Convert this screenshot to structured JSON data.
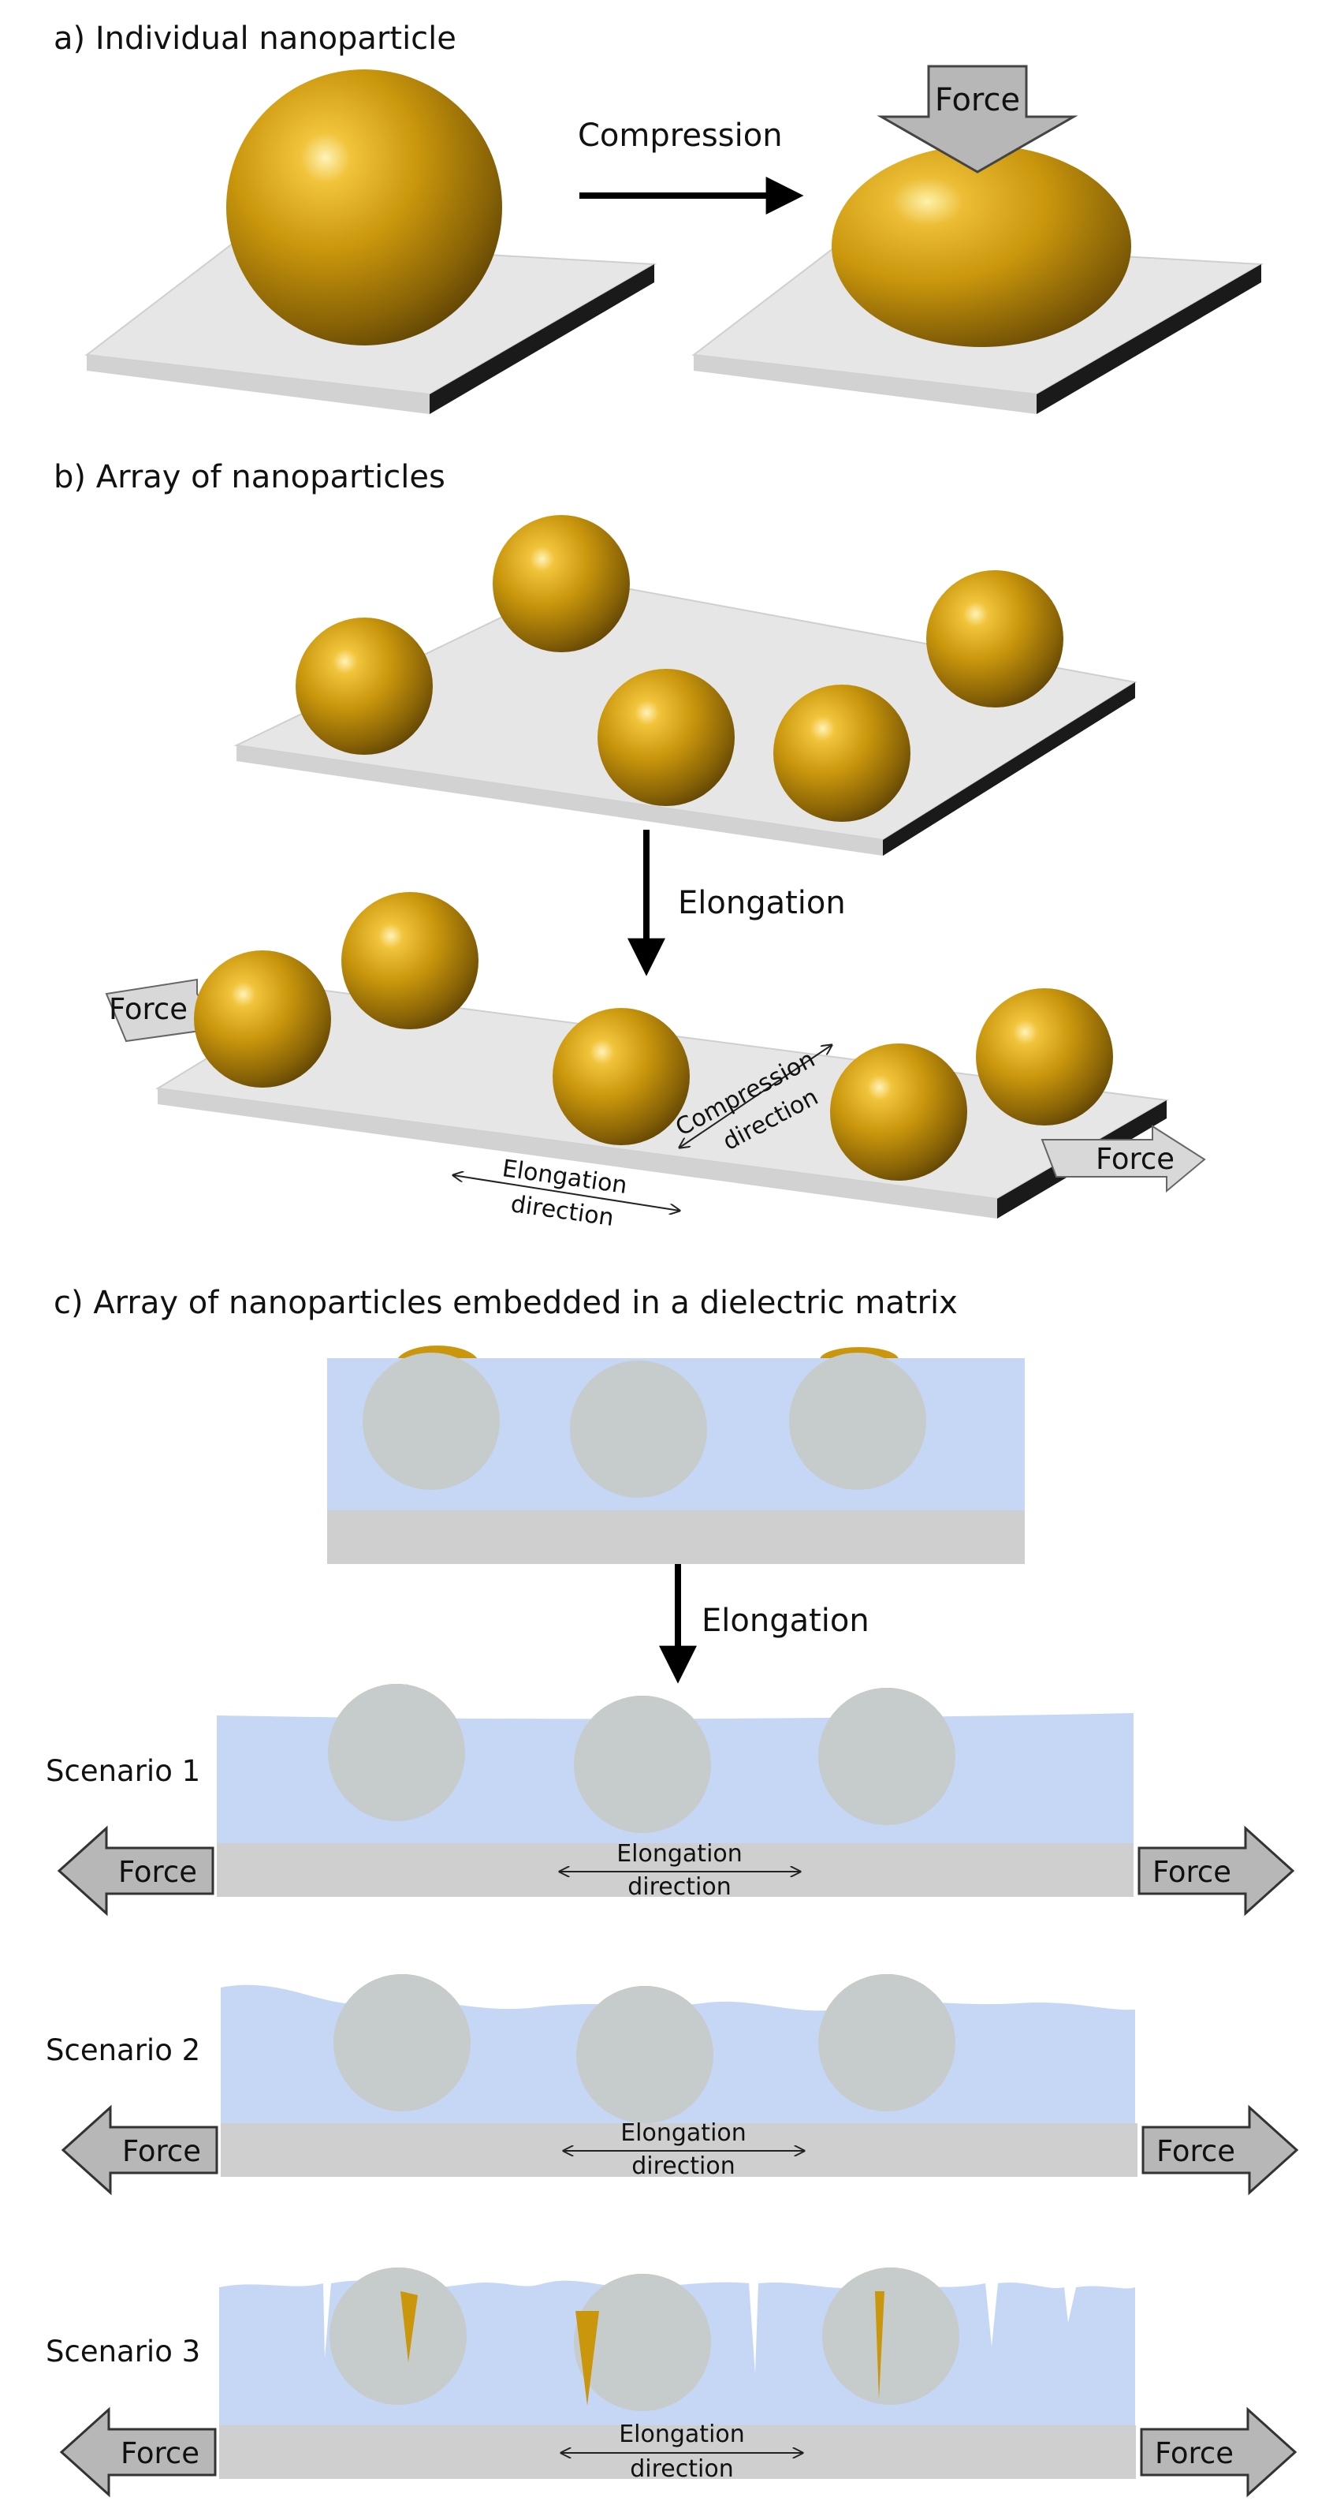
{
  "panel_a": {
    "title": "a)  Individual nanoparticle",
    "arrow_label": "Compression",
    "force_label": "Force"
  },
  "panel_b": {
    "title": "b)  Array of nanoparticles",
    "arrow_label": "Elongation",
    "force_left": "Force",
    "force_right": "Force",
    "compression_line1": "Compression",
    "compression_line2": "direction",
    "elongation_line1": "Elongation",
    "elongation_line2": "direction"
  },
  "panel_c": {
    "title": "c)  Array of nanoparticles embedded in a dielectric matrix",
    "arrow_label": "Elongation",
    "scenarios": [
      {
        "label": "Scenario 1",
        "force_left": "Force",
        "force_right": "Force",
        "dir_line1": "Elongation",
        "dir_line2": "direction"
      },
      {
        "label": "Scenario 2",
        "force_left": "Force",
        "force_right": "Force",
        "dir_line1": "Elongation",
        "dir_line2": "direction"
      },
      {
        "label": "Scenario 3",
        "force_left": "Force",
        "force_right": "Force",
        "dir_line1": "Elongation",
        "dir_line2": "direction"
      }
    ]
  },
  "colors": {
    "gold": "#c9960c",
    "matrix": "#c5d7f4",
    "embedded_particle": "#c6cbcc",
    "substrate_top": "#e6e6e6",
    "substrate_base": "#cfcfcf",
    "arrow_gray": "#b7b7b7"
  }
}
